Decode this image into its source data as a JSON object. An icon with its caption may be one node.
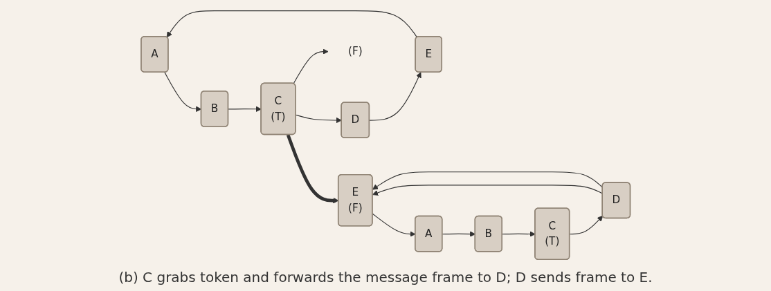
{
  "diagram": {
    "caption": "(b) C grabs token and forwards the message frame to D; D sends frame to E.",
    "nodes": [
      {
        "text": [
          "A"
        ]
      },
      {
        "text": [
          "B"
        ]
      },
      {
        "text": [
          "C",
          "(T)"
        ]
      },
      {
        "text": [
          "D"
        ]
      },
      {
        "text": [
          "E"
        ]
      },
      {
        "text": [
          "(F)"
        ]
      },
      {
        "text": [
          "A"
        ]
      },
      {
        "text": [
          "B"
        ]
      },
      {
        "text": [
          "C",
          "(T)"
        ]
      },
      {
        "text": [
          "D"
        ]
      },
      {
        "text": [
          "E",
          "(F)"
        ]
      }
    ],
    "edges": [
      {
        "from": 0,
        "to": 1,
        "arrow": "to"
      },
      {
        "from": 1,
        "to": 2,
        "arrow": "to"
      },
      {
        "from": 2,
        "to": 3,
        "arrow": "to"
      },
      {
        "from": 3,
        "to": 4,
        "arrow": "to"
      },
      {
        "from": 4,
        "to": 0,
        "arrow": "to"
      },
      {
        "from": 2,
        "to": 5,
        "arrow": "to"
      },
      {
        "from": 2,
        "to": 10,
        "arrow": "to",
        "style": "thick"
      },
      {
        "from": 6,
        "to": 7,
        "arrow": "to"
      },
      {
        "from": 7,
        "to": 8,
        "arrow": "to"
      },
      {
        "from": 8,
        "to": 9,
        "arrow": "to"
      },
      {
        "from": 9,
        "to": 10,
        "arrow": "to"
      },
      {
        "from": 10,
        "to": 6,
        "arrow": "to"
      },
      {
        "from": 9,
        "to": 10,
        "arrow": "to"
      }
    ]
  }
}
